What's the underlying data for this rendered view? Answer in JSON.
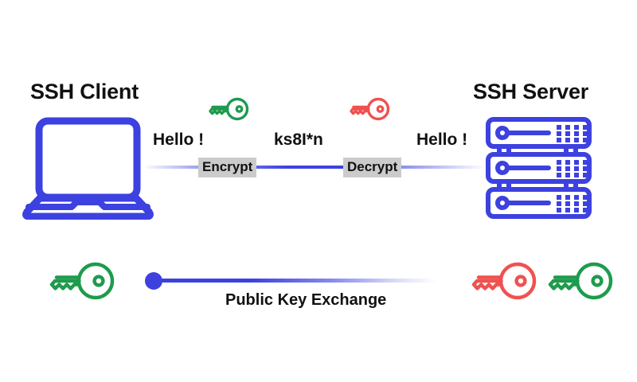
{
  "diagram": {
    "title_client": "SSH Client",
    "title_server": "SSH Server",
    "colors": {
      "blue": "#3d41e0",
      "green": "#1e9b4d",
      "red": "#f0514f",
      "badge_bg": "#cbcbcb",
      "text": "#111111",
      "background": "#ffffff"
    }
  },
  "channel": {
    "plaintext_left": "Hello !",
    "ciphertext": "ks8I*n",
    "plaintext_right": "Hello !",
    "encrypt_label": "Encrypt",
    "decrypt_label": "Decrypt"
  },
  "key_exchange": {
    "label": "Public Key Exchange"
  },
  "icons": {
    "laptop": "laptop-icon",
    "server": "server-rack-icon",
    "key_green_top": "green-key-icon",
    "key_red_top": "red-key-icon",
    "key_green_client": "green-key-icon",
    "key_red_server": "red-key-icon",
    "key_green_server": "green-key-icon",
    "dot": "connection-dot"
  }
}
